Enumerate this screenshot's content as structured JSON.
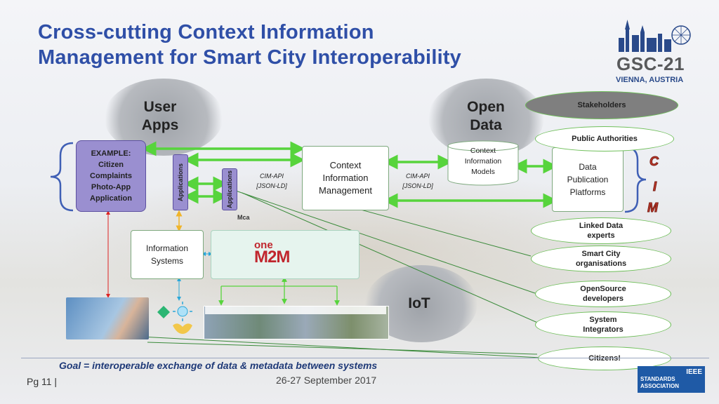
{
  "title": {
    "line1": "Cross-cutting Context Information",
    "line2": "Management for Smart City Interoperability"
  },
  "logo": {
    "name": "GSC-21",
    "location": "VIENNA, AUSTRIA"
  },
  "clouds": {
    "user_apps": {
      "line1": "User",
      "line2": "Apps"
    },
    "open_data": {
      "line1": "Open",
      "line2": "Data"
    },
    "iot": "IoT"
  },
  "example_box": [
    "EXAMPLE:",
    "Citizen",
    "Complaints",
    "Photo-App",
    "Application"
  ],
  "applications_label": "Applications",
  "cim_api": {
    "line1": "CIM-API",
    "line2": "[JSON-LD]"
  },
  "context_mgmt": [
    "Context",
    "Information",
    "Management"
  ],
  "context_models": [
    "Context",
    "Information",
    "Models"
  ],
  "data_publication": [
    "Data",
    "Publication",
    "Platforms"
  ],
  "information_systems": [
    "Information",
    "Systems"
  ],
  "onem2m": {
    "one": "one",
    "m2m": "M2M"
  },
  "cim_letters": [
    "C",
    "I",
    "M"
  ],
  "stakeholders": {
    "header": "Stakeholders",
    "items": [
      "Public Authorities",
      "Linked Data experts",
      "Smart City organisations",
      "OpenSource developers",
      "System Integrators",
      "Citizens!"
    ]
  },
  "goal": "Goal = interoperable exchange of data  & metadata between systems",
  "page": "Pg  11 |",
  "date": "26-27 September 2017",
  "ieee": [
    "IEEE",
    "STANDARDS",
    "ASSOCIATION"
  ],
  "colors": {
    "title": "#2f4fa7",
    "arrow_green": "#57d43c",
    "purple": "#9a8fd0",
    "brace_blue": "#3f5fb5"
  }
}
